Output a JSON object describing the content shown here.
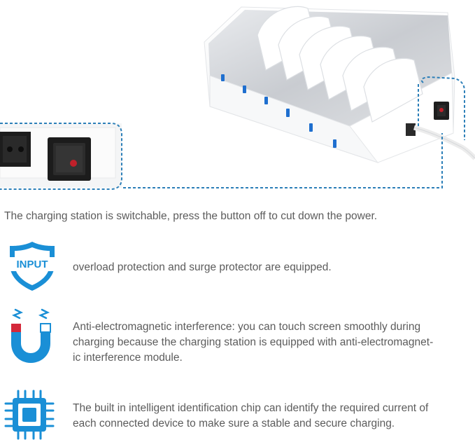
{
  "caption": "The charging station is switchable, press the button off to cut down the power.",
  "features": [
    {
      "icon": "shield-input-icon",
      "badge": "INPUT",
      "text": "overload protection and surge protector are equipped."
    },
    {
      "icon": "magnet-icon",
      "text": "Anti-electromagnetic interference: you can touch screen smoothly during\ncharging because the charging station is equipped with anti-electromagnet-\nic interference module."
    },
    {
      "icon": "chip-icon",
      "text": "The built in intelligent identification chip can identify the required current of\neach connected device to make sure a stable and secure charging."
    }
  ],
  "colors": {
    "accent": "#1a8fd6",
    "dashed": "#2c7fb8",
    "text": "#5c5c5c",
    "switch_red": "#c0202a"
  }
}
